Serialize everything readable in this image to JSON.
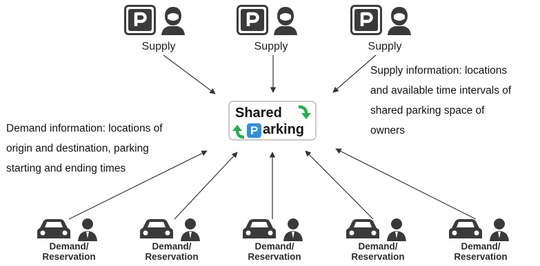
{
  "supply_label": "Supply",
  "demand_label_line1": "Demand/",
  "demand_label_line2": "Reservation",
  "platform": {
    "word1": "Shared",
    "letter_p": "P",
    "word2_rest": "arking",
    "colors": {
      "green": "#27ae4f",
      "blue": "#2f8fdd"
    }
  },
  "supply_info": [
    "Supply information: locations",
    "and available time intervals of",
    "shared parking space of",
    "owners"
  ],
  "demand_info": [
    "Demand information: locations of",
    "origin and destination, parking",
    "starting and ending times"
  ],
  "icon_colors": {
    "dark": "#3a3a3a"
  }
}
